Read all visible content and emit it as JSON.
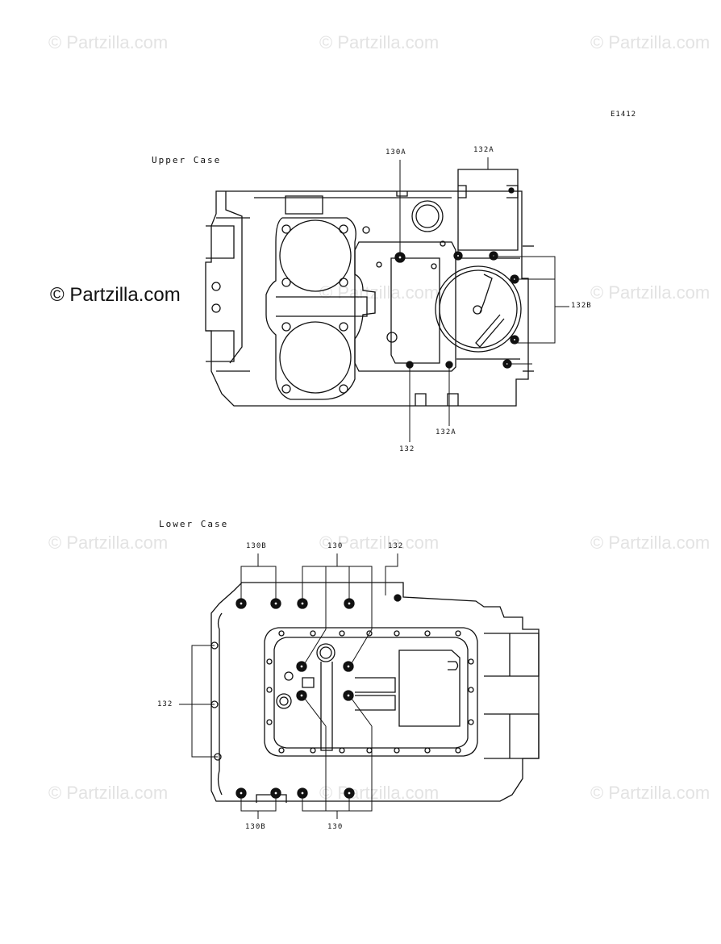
{
  "watermark": "© Partzilla.com",
  "watermark_main": "© Partzilla.com",
  "diagram_code": "E1412",
  "sections": {
    "upper_title": "Upper Case",
    "lower_title": "Lower Case"
  },
  "labels": {
    "u_130A": "130A",
    "u_132A_top": "132A",
    "u_132B": "132B",
    "u_132": "132",
    "u_132A_bottom": "132A",
    "l_130B_top": "130B",
    "l_130_top": "130",
    "l_132_top": "132",
    "l_132_left": "132",
    "l_130B_bottom": "130B",
    "l_130_bottom": "130"
  }
}
